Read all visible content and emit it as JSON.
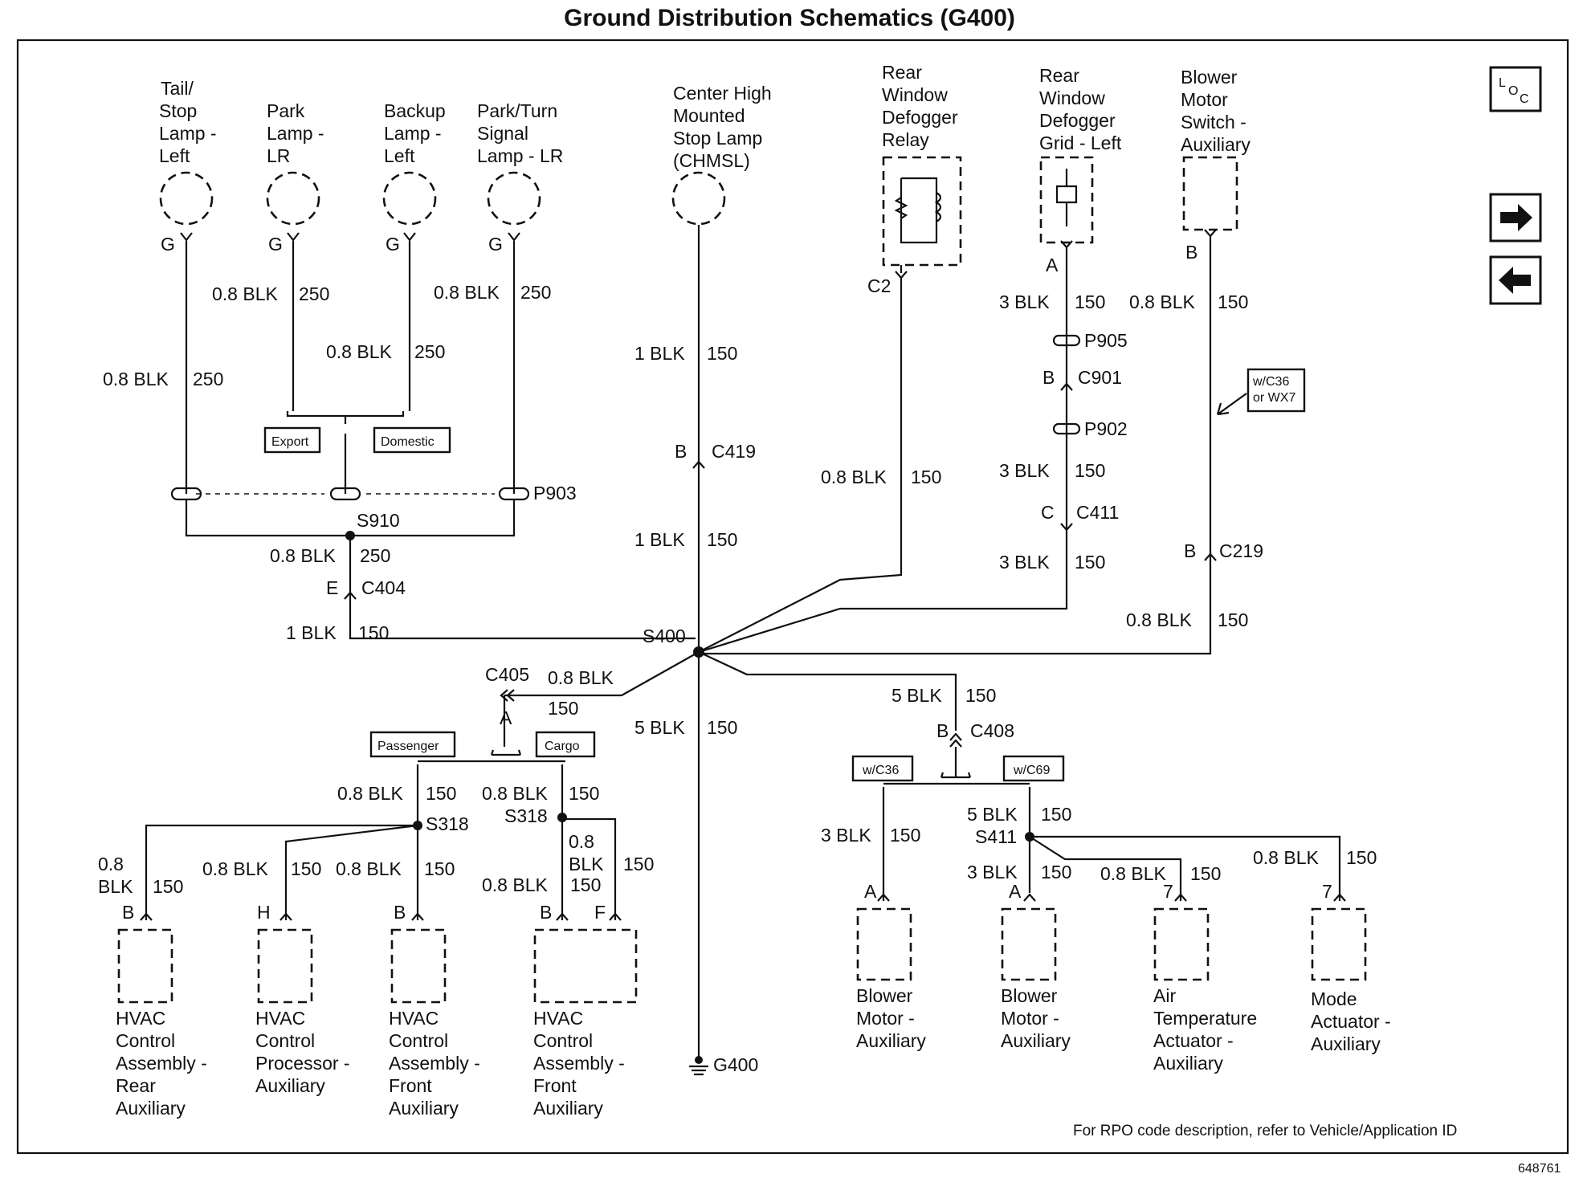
{
  "title": "Ground Distribution Schematics (G400)",
  "loc_icon": "loc-icon",
  "nav": {
    "next": "arrow-right-icon",
    "prev": "arrow-left-icon"
  },
  "components": {
    "tail_stop": [
      "Tail/",
      "Stop",
      "Lamp -",
      "Left"
    ],
    "park": [
      "Park",
      "Lamp -",
      "LR"
    ],
    "backup": [
      "Backup",
      "Lamp -",
      "Left"
    ],
    "park_turn": [
      "Park/Turn",
      "Signal",
      "Lamp - LR"
    ],
    "chmsl": [
      "Center High",
      "Mounted",
      "Stop Lamp",
      "(CHMSL)"
    ],
    "defog_relay": [
      "Rear",
      "Window",
      "Defogger",
      "Relay"
    ],
    "defog_grid": [
      "Rear",
      "Window",
      "Defogger",
      "Grid - Left"
    ],
    "blower_switch": [
      "Blower",
      "Motor",
      "Switch -",
      "Auxiliary"
    ],
    "hvac_rear": [
      "HVAC",
      "Control",
      "Assembly -",
      "Rear",
      "Auxiliary"
    ],
    "hvac_proc": [
      "HVAC",
      "Control",
      "Processor -",
      "Auxiliary"
    ],
    "hvac_front_b": [
      "HVAC",
      "Control",
      "Assembly -",
      "Front",
      "Auxiliary"
    ],
    "hvac_front_bf": [
      "HVAC",
      "Control",
      "Assembly -",
      "Front",
      "Auxiliary"
    ],
    "blower_a1": [
      "Blower",
      "Motor -",
      "Auxiliary"
    ],
    "blower_a2": [
      "Blower",
      "Motor -",
      "Auxiliary"
    ],
    "air_temp": [
      "Air",
      "Temperature",
      "Actuator -",
      "Auxiliary"
    ],
    "mode": [
      "Mode",
      "Actuator -",
      "Auxiliary"
    ]
  },
  "pins": {
    "g1": "G",
    "g2": "G",
    "g3": "G",
    "g4": "G",
    "c2": "C2",
    "a_grid": "A",
    "b_blower": "B",
    "b_hvac_rear": "B",
    "h_proc": "H",
    "b_front": "B",
    "b_front2": "B",
    "f_front2": "F",
    "a_blower1": "A",
    "a_blower2": "A",
    "seven_air": "7",
    "seven_mode": "7"
  },
  "wires": {
    "w_tail": [
      "0.8 BLK",
      "250"
    ],
    "w_park": [
      "0.8 BLK",
      "250"
    ],
    "w_backup": [
      "0.8 BLK",
      "250"
    ],
    "w_parkturn": [
      "0.8 BLK",
      "250"
    ],
    "w_s910": [
      "0.8 BLK",
      "250"
    ],
    "w_c404": [
      "1 BLK",
      "150"
    ],
    "w_chmsl": [
      "1 BLK",
      "150"
    ],
    "w_c419": [
      "1 BLK",
      "150"
    ],
    "w_relay": [
      "0.8 BLK",
      "150"
    ],
    "w_grid_top": [
      "3 BLK",
      "150"
    ],
    "w_grid_mid": [
      "3 BLK",
      "150"
    ],
    "w_grid_bot": [
      "3 BLK",
      "150"
    ],
    "w_blower_top": [
      "0.8 BLK",
      "150"
    ],
    "w_c219": [
      "0.8 BLK",
      "150"
    ],
    "w_c405_a": "0.8 BLK",
    "w_c405_b": "150",
    "w_g400": [
      "5 BLK",
      "150"
    ],
    "w_c408": [
      "5 BLK",
      "150"
    ],
    "w_pass": [
      "0.8 BLK",
      "150"
    ],
    "w_cargo": [
      "0.8 BLK",
      "150"
    ],
    "w_hvac_rear": [
      "0.8",
      "BLK",
      "150"
    ],
    "w_proc": [
      "0.8 BLK",
      "150"
    ],
    "w_front": [
      "0.8 BLK",
      "150"
    ],
    "w_front2_b": [
      "0.8 BLK",
      "150"
    ],
    "w_front2_f": [
      "0.8",
      "BLK",
      "150"
    ],
    "w_c36": [
      "3 BLK",
      "150"
    ],
    "w_c69": [
      "5 BLK",
      "150"
    ],
    "w_s411_a": [
      "3 BLK",
      "150"
    ],
    "w_air": [
      "0.8 BLK",
      "150"
    ],
    "w_mode": [
      "0.8 BLK",
      "150"
    ]
  },
  "connectors": {
    "p903": "P903",
    "s910": "S910",
    "e": "E",
    "c404": "C404",
    "b_c419": "B",
    "c419": "C419",
    "s400": "S400",
    "p905": "P905",
    "b_c901": "B",
    "c901": "C901",
    "p902": "P902",
    "c_c411": "C",
    "c411": "C411",
    "b_c219": "B",
    "c219": "C219",
    "c405": "C405",
    "a_c405": "A",
    "b_c408": "B",
    "c408": "C408",
    "s318a": "S318",
    "s318b": "S318",
    "s411": "S411",
    "g400": "G400"
  },
  "option_labels": {
    "export": "Export",
    "domestic": "Domestic",
    "passenger": "Passenger",
    "cargo": "Cargo",
    "wc36": "w/C36",
    "wc69": "w/C69",
    "wc36_wx7": [
      "w/C36",
      "or WX7"
    ]
  },
  "footer": {
    "rpo_note": "For RPO code description, refer to Vehicle/Application ID",
    "figure_no": "648761"
  }
}
